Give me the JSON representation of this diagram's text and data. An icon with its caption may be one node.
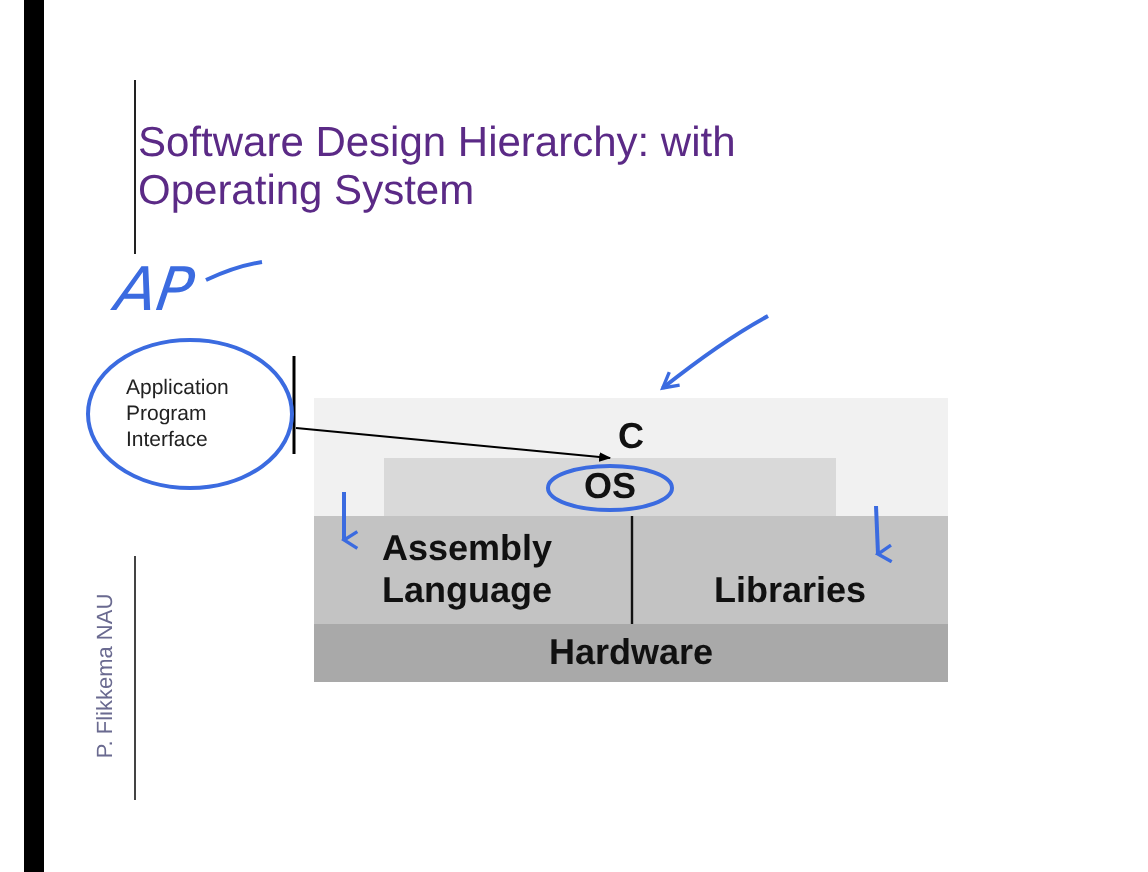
{
  "diagram": {
    "title": "Software Design Hierarchy: with Operating System",
    "nodes": [
      {
        "text": [
          "Application Program Interface"
        ],
        "beside": [
          "AP"
        ]
      },
      {
        "text": [
          "C"
        ]
      },
      {
        "text": [
          "OS"
        ],
        "in": 1
      },
      {
        "text": [
          "Assembly Language"
        ]
      },
      {
        "text": [
          "Libraries"
        ]
      },
      {
        "text": [
          "Hardware"
        ]
      }
    ],
    "edges": [
      {
        "from": 0,
        "to": 2,
        "arrow": "to"
      },
      {
        "from": null,
        "to": 1,
        "arrow": "to",
        "color": "#3b6be0"
      }
    ],
    "labels": [
      "P. Flikkema NAU"
    ]
  }
}
